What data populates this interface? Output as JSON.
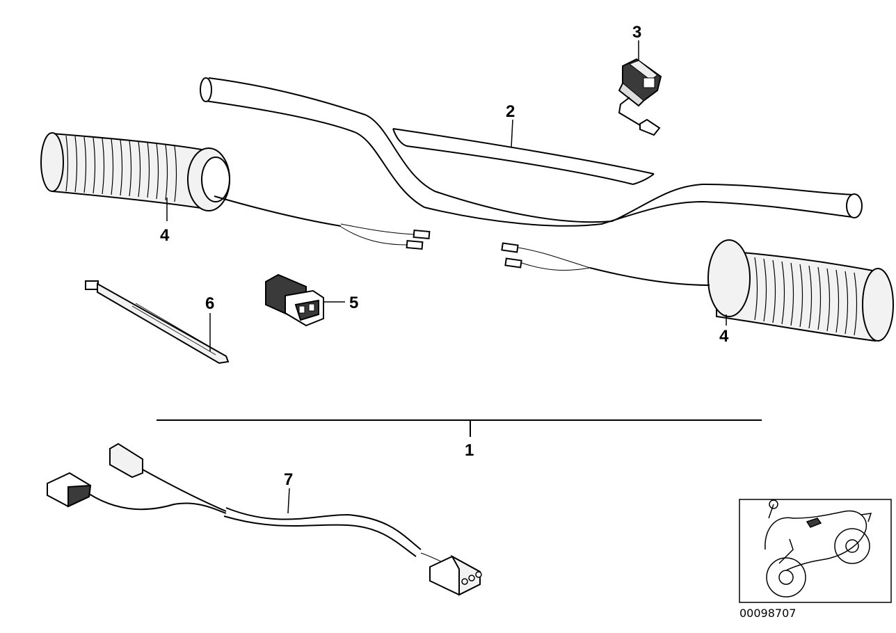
{
  "callouts": {
    "kit": "1",
    "handlebar": "2",
    "switch": "3",
    "grip_left": "4",
    "grip_right": "4",
    "connector": "5",
    "cable_tie": "6",
    "wiring_harness": "7"
  },
  "image_number": "00098707",
  "colors": {
    "line": "#000000",
    "background": "#ffffff",
    "part_fill": "#f2f2f2",
    "dark_fill": "#3a3a3a"
  }
}
